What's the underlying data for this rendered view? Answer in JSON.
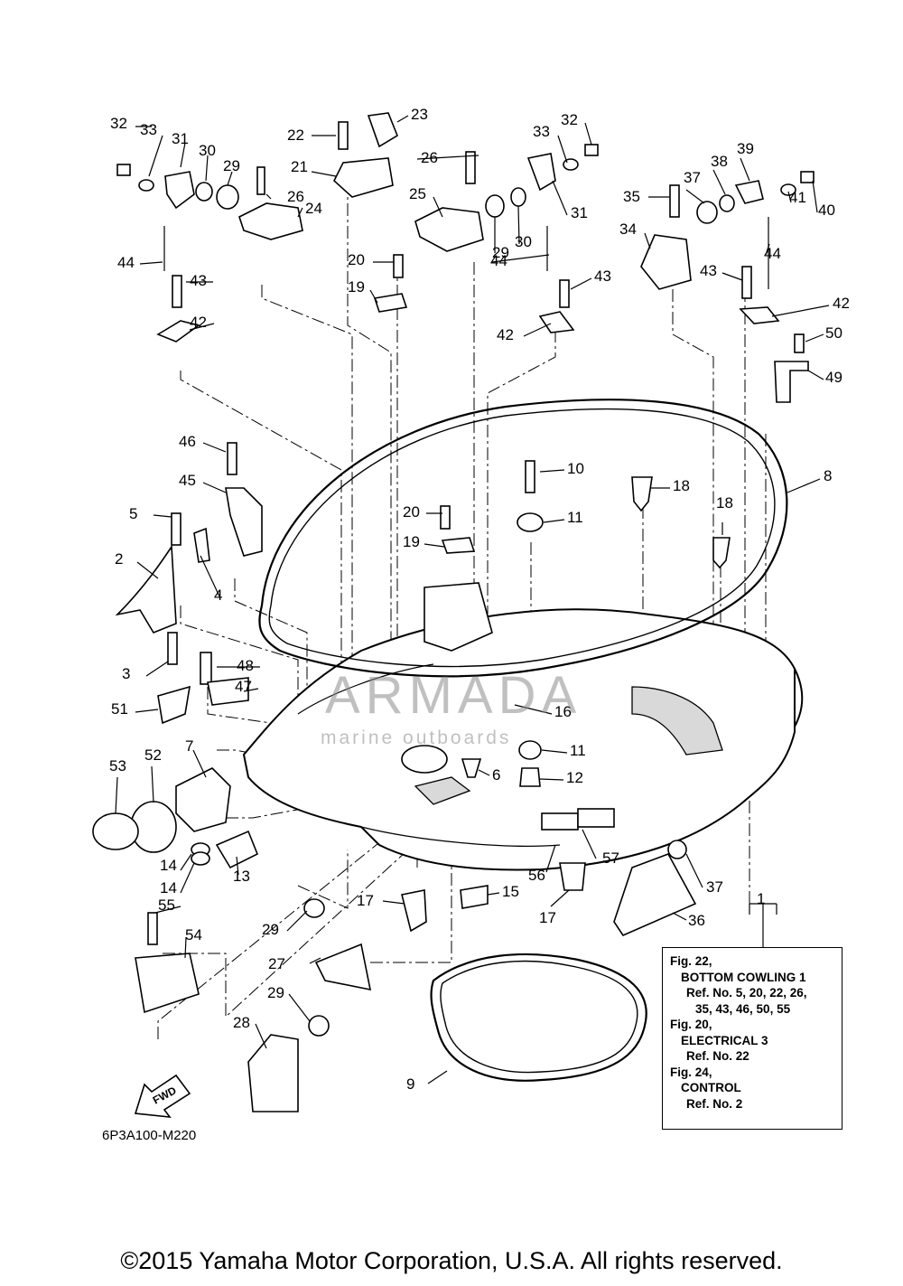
{
  "diagram_code": "6P3A100-M220",
  "watermark": {
    "brand": "ARMADA",
    "tagline": "marine outboards"
  },
  "copyright": "©2015 Yamaha Motor Corporation, U.S.A. All rights reserved.",
  "fwd_label": "FWD",
  "reference_box": [
    {
      "fig": "Fig. 22,",
      "title": "BOTTOM COWLING 1",
      "refs": [
        "Ref. No. 5, 20, 22, 26,",
        "35, 43, 46, 50, 55"
      ]
    },
    {
      "fig": "Fig. 20,",
      "title": "ELECTRICAL 3",
      "refs": [
        "Ref. No. 22"
      ]
    },
    {
      "fig": "Fig. 24,",
      "title": "CONTROL",
      "refs": [
        "Ref. No. 2"
      ]
    }
  ],
  "callouts": [
    "32",
    "33",
    "31",
    "30",
    "29",
    "26",
    "24",
    "22",
    "23",
    "21",
    "26",
    "25",
    "20",
    "19",
    "29",
    "30",
    "31",
    "33",
    "32",
    "44",
    "43",
    "42",
    "44",
    "43",
    "42",
    "35",
    "37",
    "38",
    "39",
    "40",
    "41",
    "34",
    "44",
    "43",
    "42",
    "50",
    "49",
    "8",
    "10",
    "11",
    "18",
    "18",
    "46",
    "45",
    "5",
    "2",
    "4",
    "20",
    "19",
    "3",
    "48",
    "47",
    "51",
    "16",
    "7",
    "11",
    "6",
    "12",
    "53",
    "52",
    "14",
    "14",
    "13",
    "17",
    "15",
    "17",
    "56",
    "57",
    "37",
    "36",
    "55",
    "54",
    "29",
    "27",
    "29",
    "28",
    "9",
    "1"
  ]
}
